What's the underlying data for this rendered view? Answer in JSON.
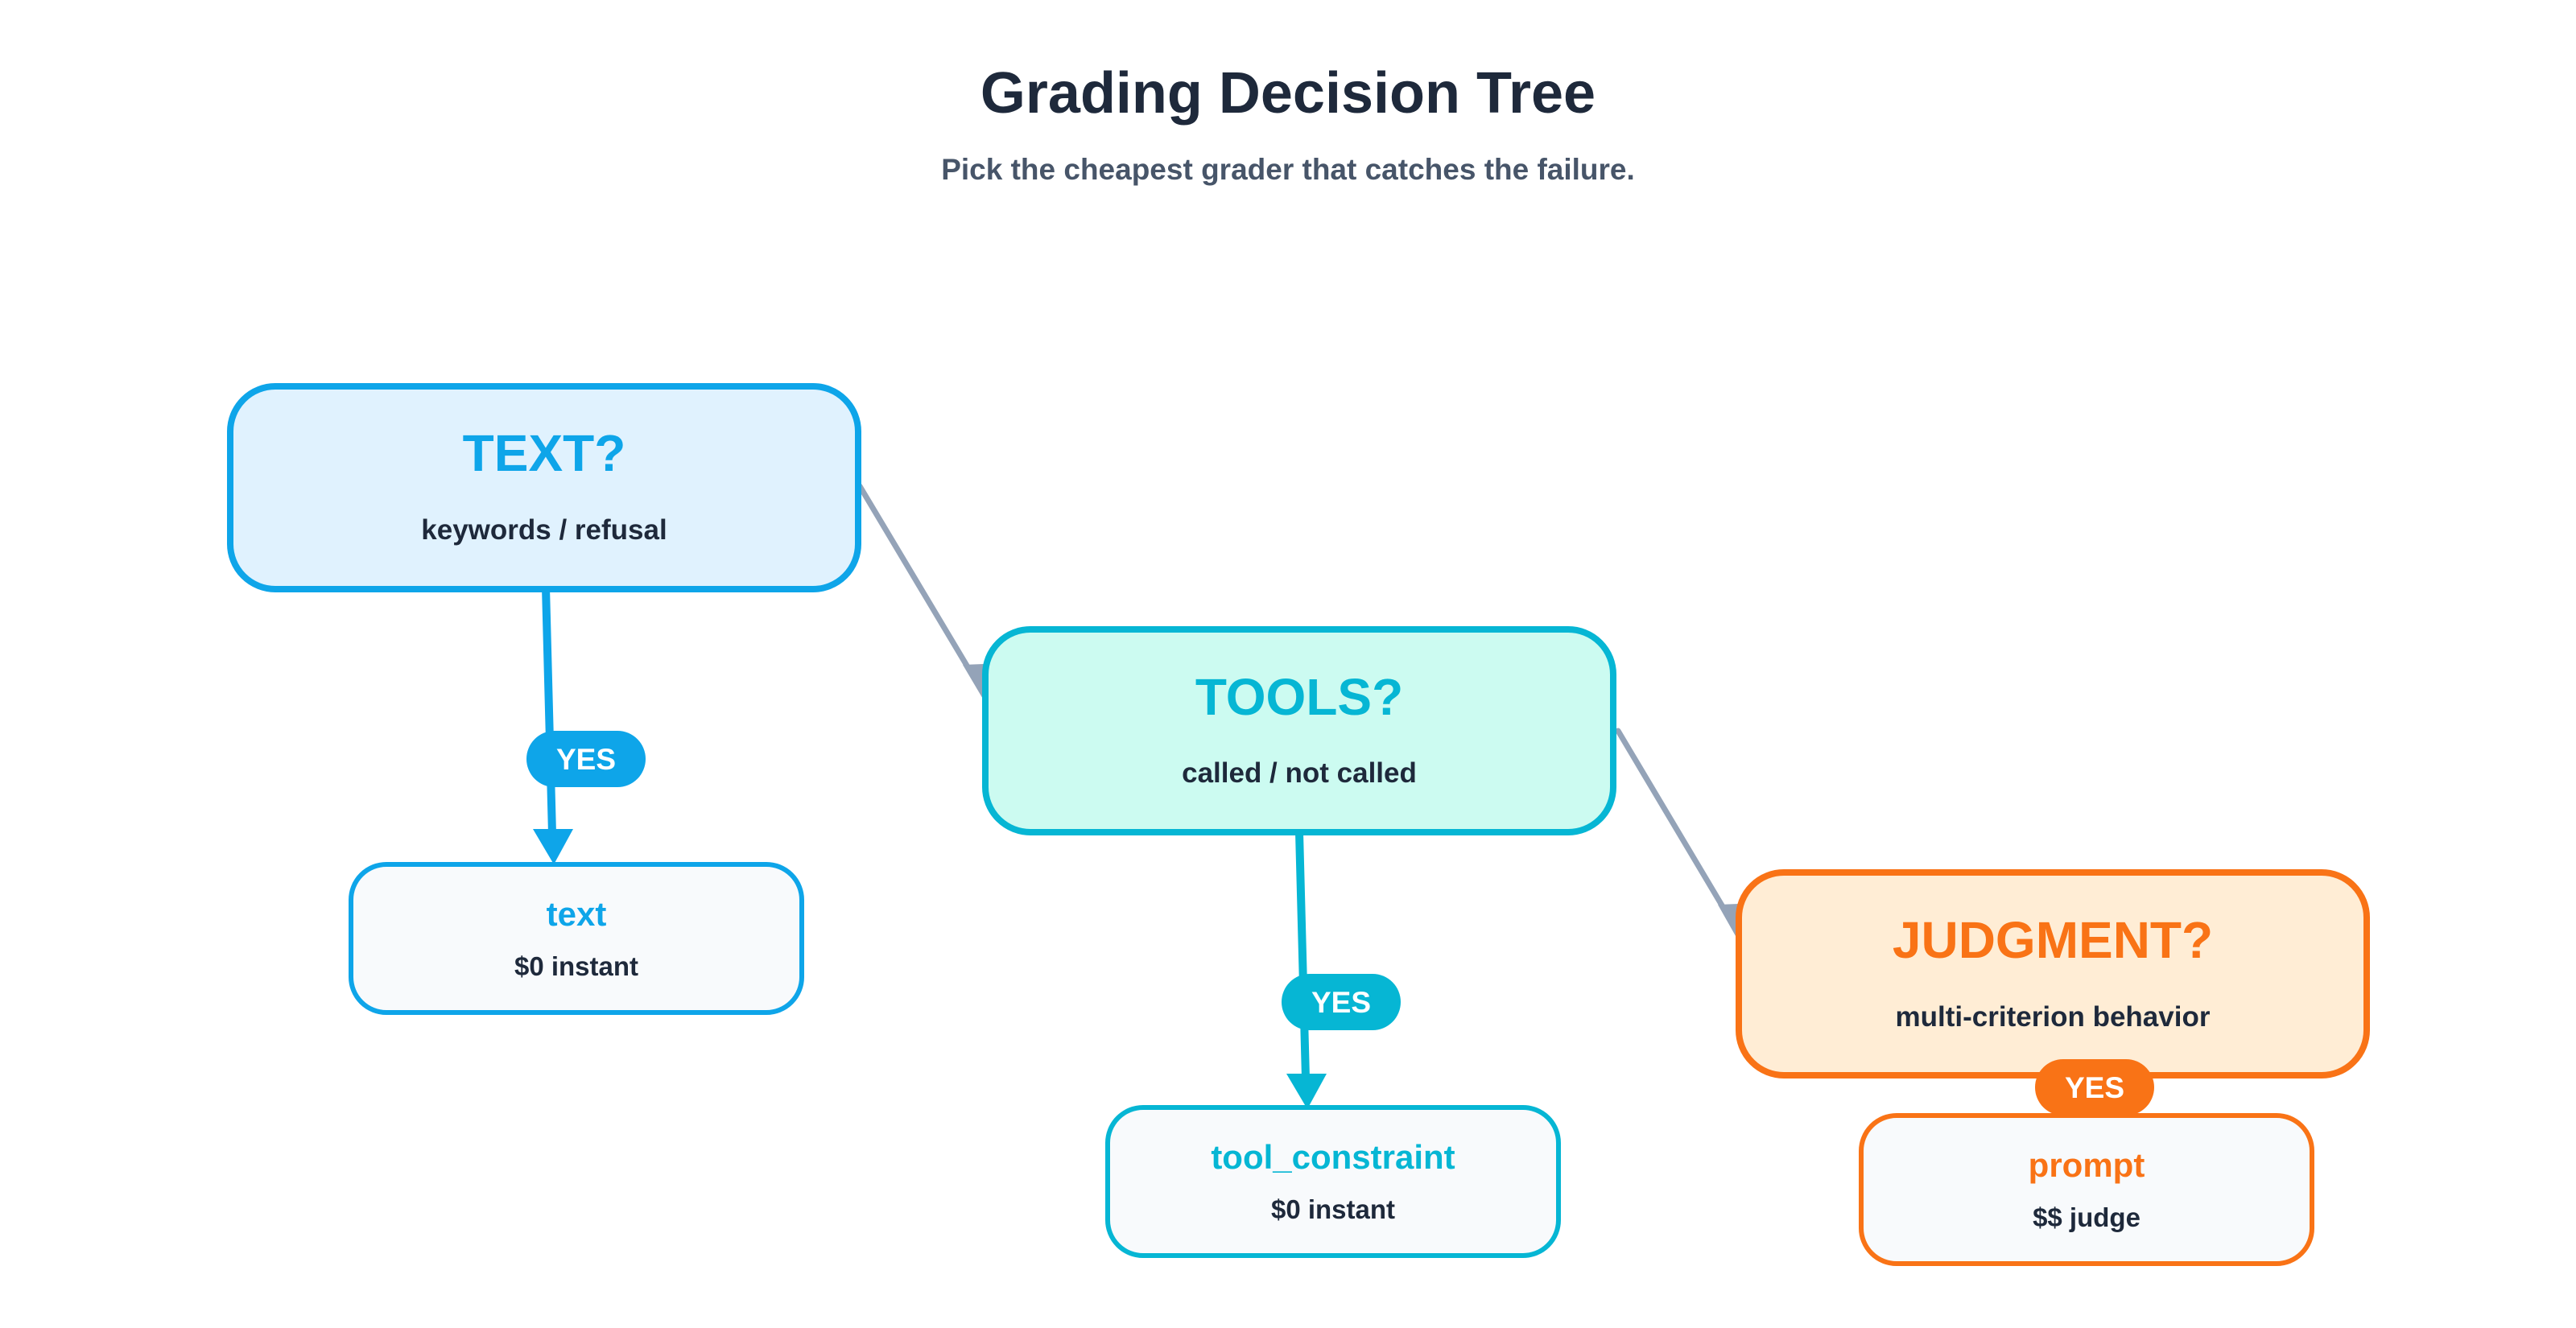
{
  "header": {
    "title": "Grading Decision Tree",
    "subtitle": "Pick the cheapest grader that catches the failure."
  },
  "colors": {
    "text_accent": "#0ea5e9",
    "text_fill": "#e0f2fe",
    "tools_accent": "#06b6d4",
    "tools_fill": "#ccfbf1",
    "judgment_accent": "#f97316",
    "judgment_fill": "#ffedd5",
    "result_fill": "#f8fafc",
    "connector": "#94a3b8",
    "heading": "#1e293b",
    "subheading": "#475569"
  },
  "questions": {
    "text": {
      "title": "TEXT?",
      "subtitle": "keywords / refusal"
    },
    "tools": {
      "title": "TOOLS?",
      "subtitle": "called / not called"
    },
    "judgment": {
      "title": "JUDGMENT?",
      "subtitle": "multi-criterion behavior"
    }
  },
  "results": {
    "text": {
      "title": "text",
      "subtitle": "$0 instant"
    },
    "tools": {
      "title": "tool_constraint",
      "subtitle": "$0 instant"
    },
    "judgment": {
      "title": "prompt",
      "subtitle": "$$ judge"
    }
  },
  "branch_labels": {
    "text": "YES",
    "tools": "YES",
    "judgment": "YES"
  }
}
